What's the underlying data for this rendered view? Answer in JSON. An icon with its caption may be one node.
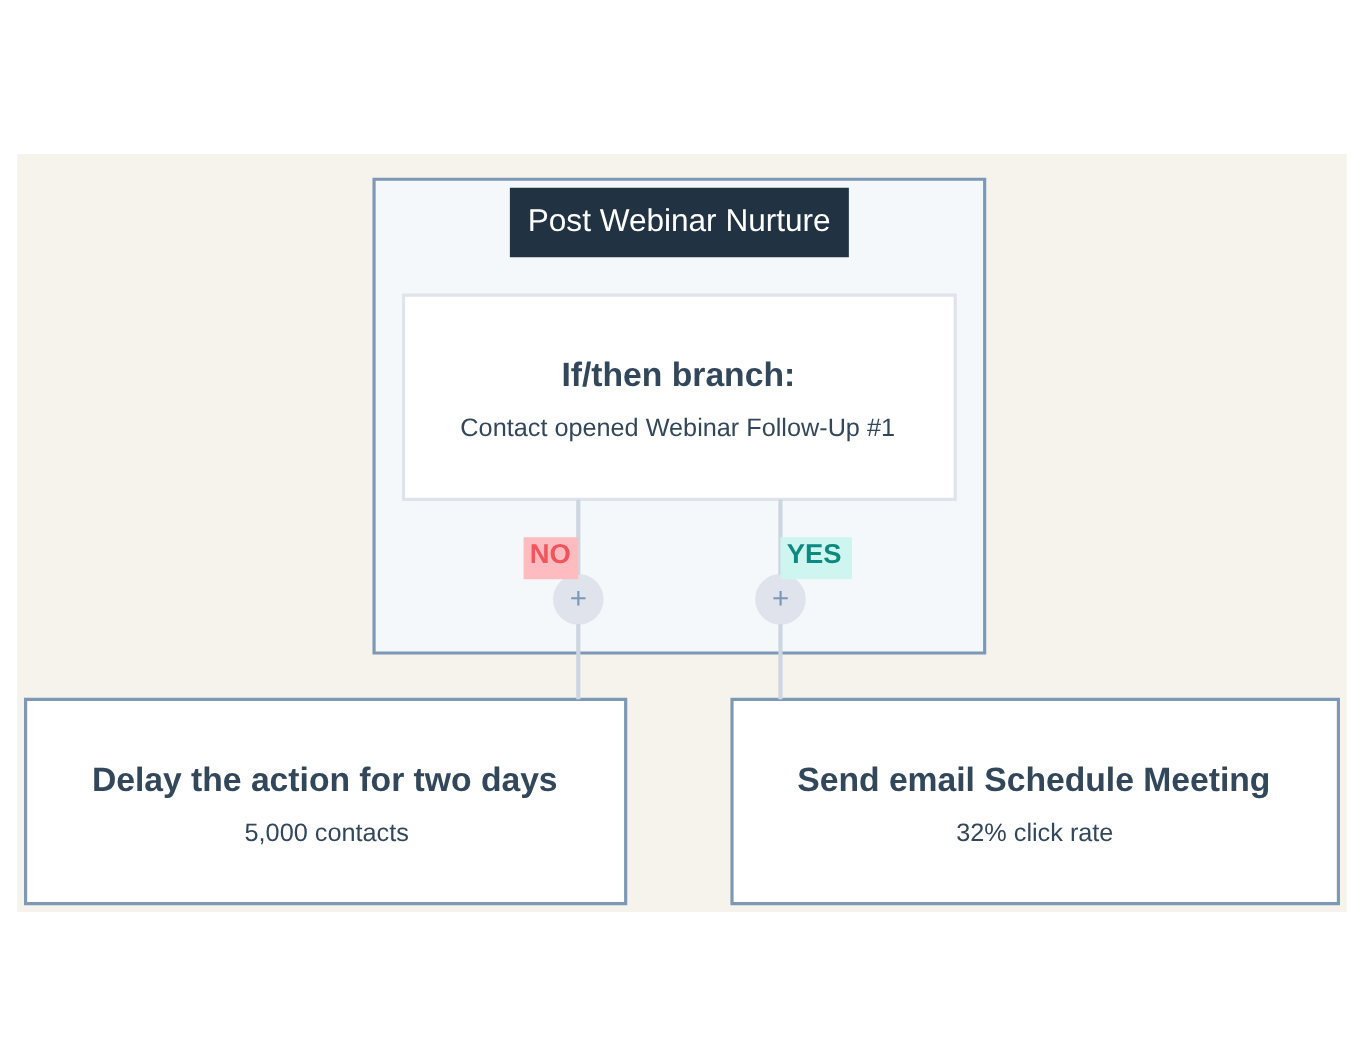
{
  "diagram": {
    "nodes": [
      {
        "text": [
          "Post Webinar Nurture"
        ]
      },
      {
        "text": [
          "If/then branch:",
          "Contact opened Webinar Follow-Up #1"
        ],
        "in": 0
      },
      {
        "text": [
          "+"
        ],
        "in": 0
      },
      {
        "text": [
          "+"
        ],
        "in": 0
      },
      {
        "text": [
          "Delay the action for two days",
          "5,000 contacts"
        ]
      },
      {
        "text": [
          "Send email Schedule Meeting",
          "32% click rate"
        ]
      }
    ],
    "edges": [
      {
        "from": 1,
        "to": 2,
        "arrow": "none",
        "label": "NO"
      },
      {
        "from": 1,
        "to": 3,
        "arrow": "none",
        "label": "YES"
      },
      {
        "from": 2,
        "to": 4,
        "arrow": "none"
      },
      {
        "from": 3,
        "to": 5,
        "arrow": "none"
      }
    ]
  }
}
